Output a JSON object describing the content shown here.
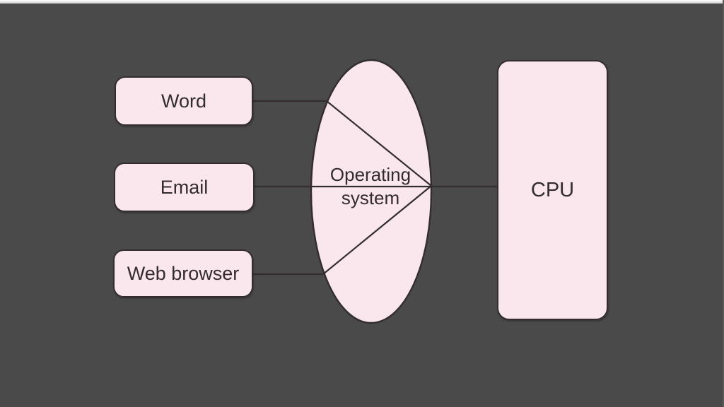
{
  "diagram": {
    "nodes": {
      "word": {
        "label": "Word",
        "shape": "rounded-rect"
      },
      "email": {
        "label": "Email",
        "shape": "rounded-rect"
      },
      "web_browser": {
        "label": "Web browser",
        "shape": "rounded-rect"
      },
      "os": {
        "label_line1": "Operating",
        "label_line2": "system",
        "shape": "ellipse"
      },
      "cpu": {
        "label": "CPU",
        "shape": "rounded-rect"
      }
    },
    "edges": [
      {
        "from": "word",
        "to": "os"
      },
      {
        "from": "email",
        "to": "os"
      },
      {
        "from": "web_browser",
        "to": "os"
      },
      {
        "from": "os",
        "to": "cpu"
      }
    ],
    "colors": {
      "background": "#4a4a4a",
      "node_fill": "#fae7ee",
      "node_border": "#332d2f",
      "connector": "#332d2f",
      "text": "#322c2e",
      "top_strip": "#e6e6e6"
    }
  }
}
